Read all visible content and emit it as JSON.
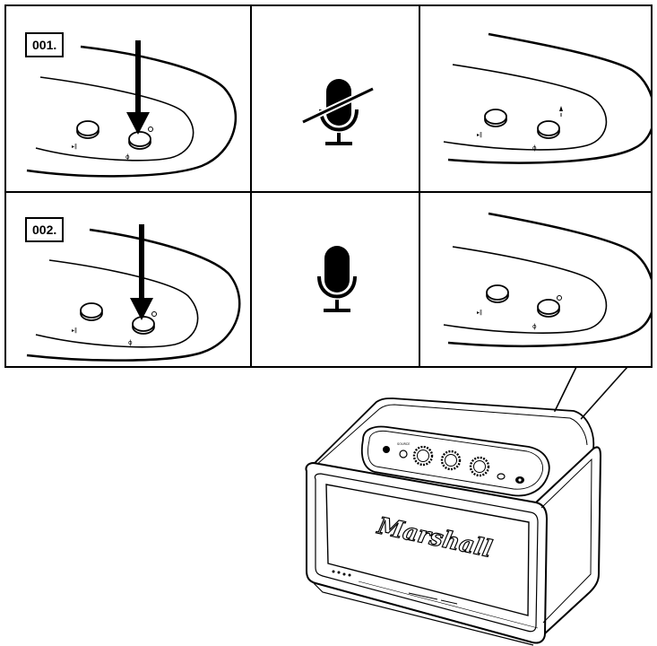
{
  "steps": [
    {
      "label": "001.",
      "state": "mic-muted"
    },
    {
      "label": "002.",
      "state": "mic-active"
    }
  ],
  "buttons": {
    "play_pause": "▸‖"
  },
  "device": {
    "brand": "Marshall"
  },
  "icons": [
    "arrow-down-icon",
    "microphone-muted-icon",
    "microphone-icon",
    "led-indicator-icon"
  ],
  "colors": {
    "line": "#000000",
    "background": "#ffffff"
  }
}
